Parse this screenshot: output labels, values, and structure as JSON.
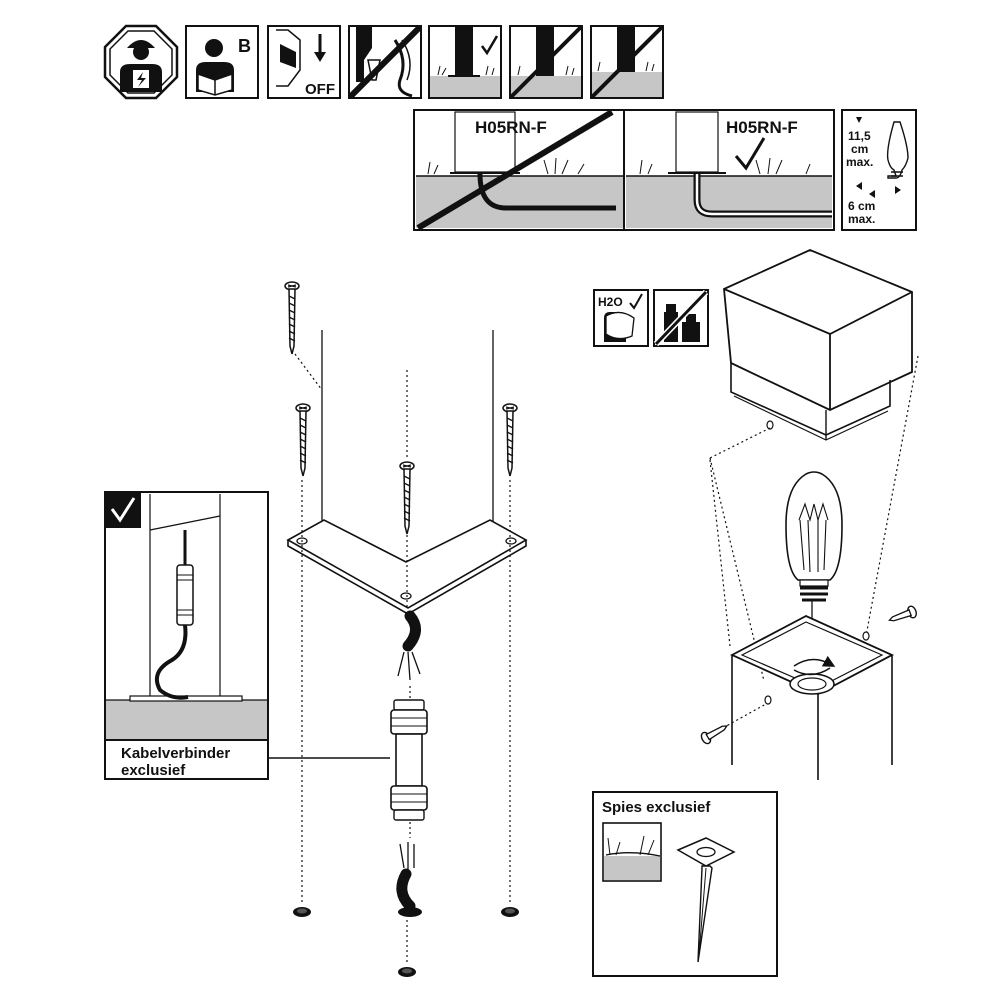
{
  "cable": {
    "type_wrong": "H05RN-F",
    "type_right": "H05RN-F"
  },
  "bulb_limits": {
    "height_value": "11,5",
    "height_unit": "cm",
    "height_suffix": "max.",
    "width_value": "6 cm",
    "width_suffix": "max."
  },
  "icons": {
    "reading_letter": "B",
    "power_state": "OFF",
    "water_label": "H2O"
  },
  "callouts": {
    "connector_line1": "Kabelverbinder",
    "connector_line2": "exclusief",
    "spike": "Spies exclusief"
  },
  "colors": {
    "ground": "#c6c6c6",
    "ink": "#111111",
    "panel_border": "#222222"
  }
}
